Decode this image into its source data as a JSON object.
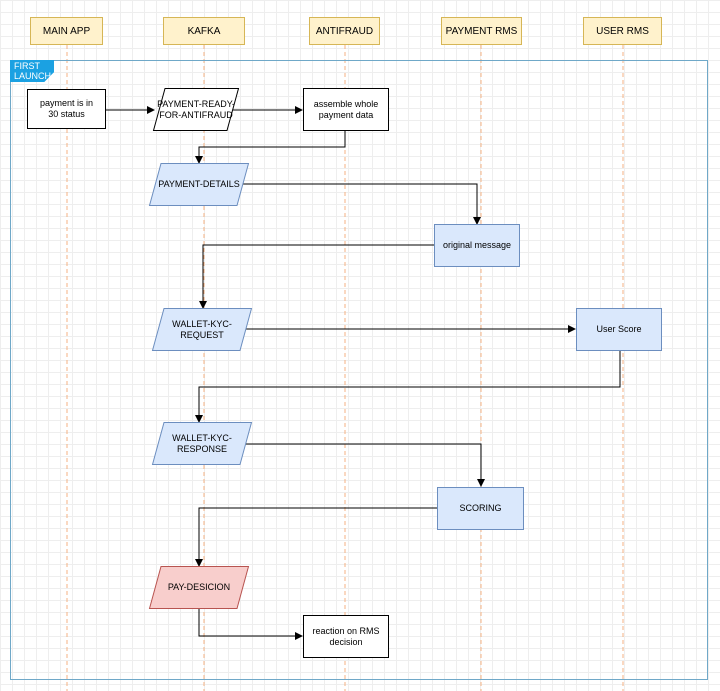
{
  "colors": {
    "lifeline": "#f4b183",
    "header_fill": "#fff2cc",
    "header_stroke": "#d6b656",
    "blue_fill": "#dae8fc",
    "blue_stroke": "#6c8ebf",
    "red_fill": "#f8cecc",
    "red_stroke": "#b85450",
    "frame_stroke": "#6fa8c8",
    "frame_label_fill": "#1ba1e2"
  },
  "lanes": [
    {
      "label": "MAIN APP"
    },
    {
      "label": "KAFKA"
    },
    {
      "label": "ANTIFRAUD"
    },
    {
      "label": "PAYMENT RMS"
    },
    {
      "label": "USER RMS"
    }
  ],
  "frame": {
    "label": "FIRST\nLAUNCH"
  },
  "nodes": {
    "payment_status": {
      "label": "payment is in\n30 status"
    },
    "payment_ready": {
      "label": "PAYMENT-READY-\nFOR-ANTIFRAUD"
    },
    "assemble": {
      "label": "assemble whole\npayment data"
    },
    "payment_details": {
      "label": "PAYMENT-DETAILS"
    },
    "original_message": {
      "label": "original message"
    },
    "wallet_kyc_request": {
      "label": "WALLET-KYC-REQUEST"
    },
    "user_score": {
      "label": "User Score"
    },
    "wallet_kyc_response": {
      "label": "WALLET-KYC-\nRESPONSE"
    },
    "scoring": {
      "label": "SCORING"
    },
    "pay_desicion": {
      "label": "PAY-DESICION"
    },
    "reaction": {
      "label": "reaction on RMS\ndecision"
    }
  }
}
